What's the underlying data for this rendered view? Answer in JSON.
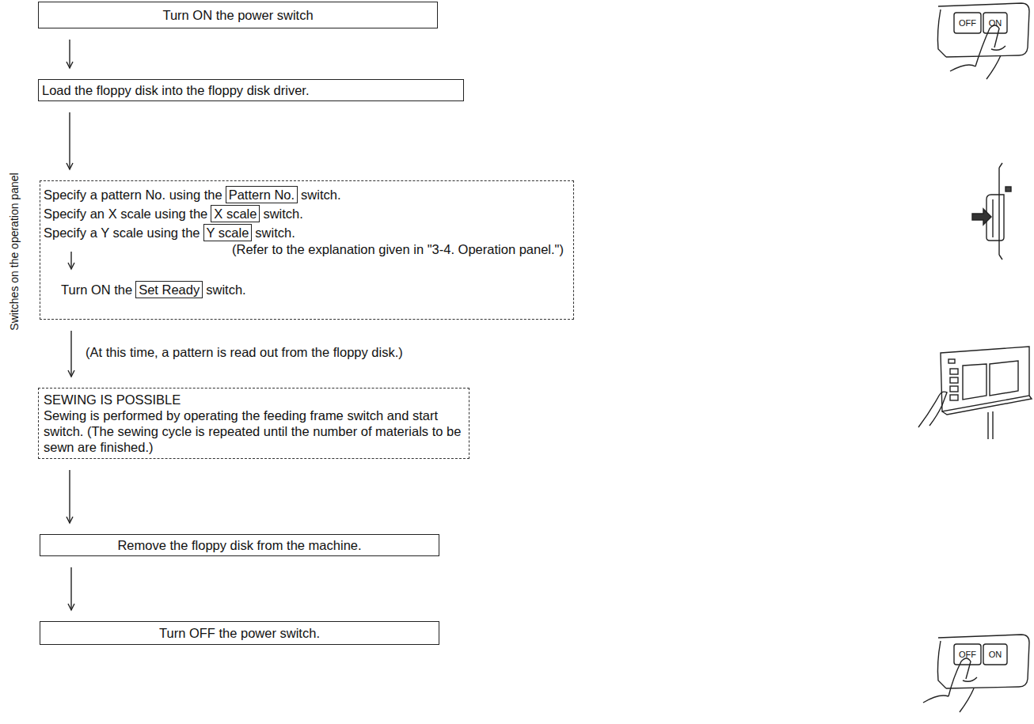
{
  "diagram": {
    "nodes": [
      {
        "text": [
          "Turn ON the power switch"
        ]
      },
      {
        "text": [
          "Load the floppy disk into the floppy disk driver."
        ]
      },
      {
        "text": [
          "Specify a pattern No. using the",
          "Pattern No.",
          "switch.",
          "Specify an X scale using the",
          "X scale",
          "switch.",
          "Specify a Y scale using the",
          "Y scale",
          "switch.",
          "(Refer to the explanation given in \"3-4. Operation panel.\")",
          "Turn ON the",
          "Set Ready",
          "switch."
        ]
      },
      {
        "text": [
          "SEWING IS POSSIBLE",
          "Sewing is performed by operating the feeding frame switch and start switch. (The sewing cycle is repeated until the number of materials to be sewn are finished.)"
        ]
      },
      {
        "text": [
          "Remove the floppy disk from the machine."
        ]
      },
      {
        "text": [
          "Turn OFF the power switch."
        ]
      }
    ],
    "edges": [
      {
        "from": 0,
        "to": 1,
        "arrow": "to"
      },
      {
        "from": 1,
        "to": 2,
        "arrow": "to"
      },
      {
        "from": 2,
        "to": 3,
        "arrow": "to",
        "label": "(At this time, a pattern is read out from the floppy disk.)"
      },
      {
        "from": 3,
        "to": 4,
        "arrow": "to"
      },
      {
        "from": 4,
        "to": 5,
        "arrow": "to"
      }
    ],
    "labels": [
      "Switches on the operation panel",
      "OFF",
      "ON",
      "OFF",
      "ON"
    ]
  }
}
